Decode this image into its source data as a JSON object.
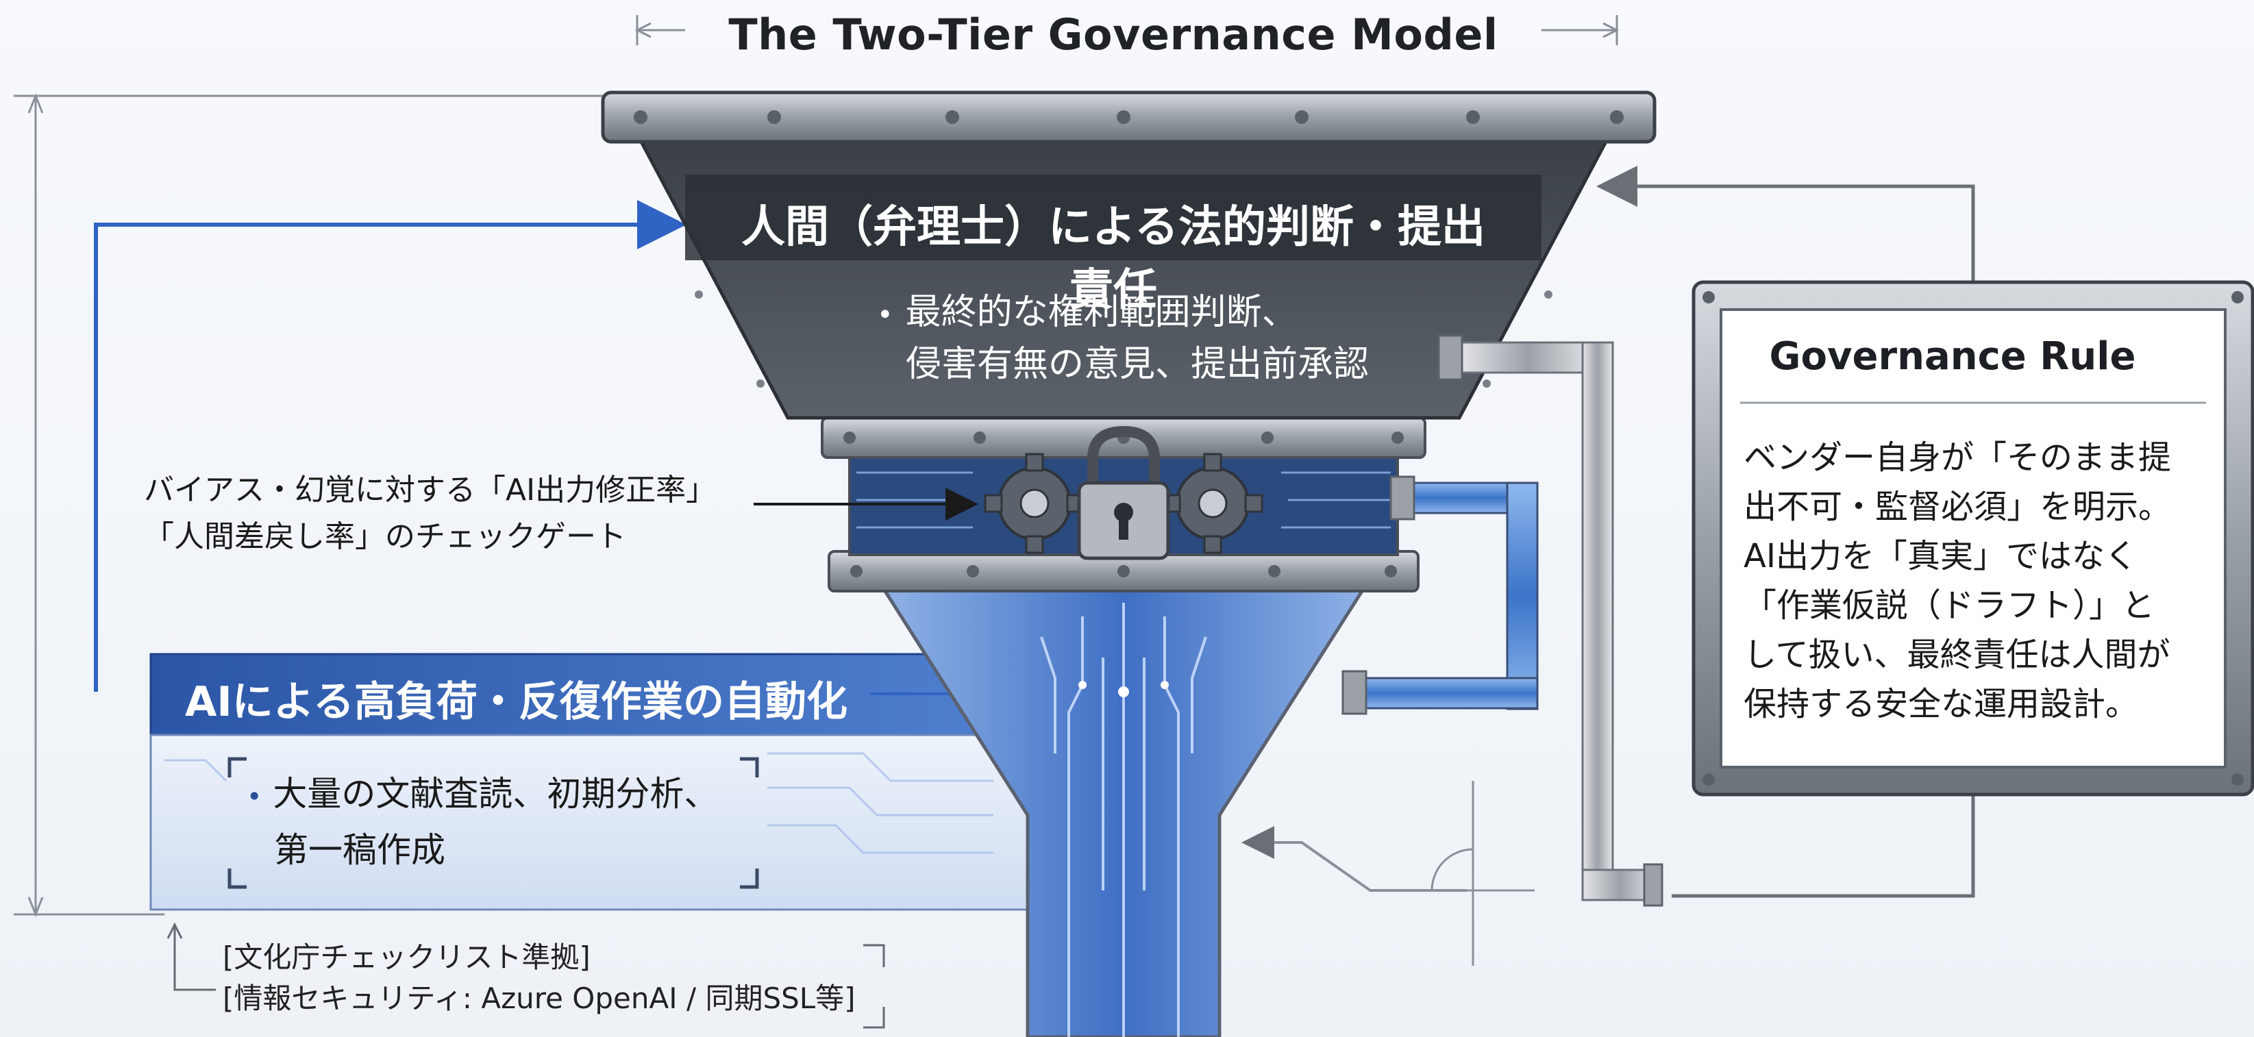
{
  "title": "The Two-Tier Governance Model",
  "top_tier": {
    "title": "人間（弁理士）による法的判断・提出責任",
    "bullet_line1": "最終的な権利範囲判断、",
    "bullet_line2": "侵害有無の意見、提出前承認"
  },
  "check_gate": {
    "line1": "バイアス・幻覚に対する「AI出力修正率」",
    "line2": "「人間差戻し率」のチェックゲート"
  },
  "automation_tier": {
    "band_label": "AIによる高負荷・反復作業の自動化",
    "bullet_line1": "大量の文献査読、初期分析、",
    "bullet_line2": "第一稿作成"
  },
  "compliance": {
    "line1": "[文化庁チェックリスト準拠]",
    "line2": "[情報セキュリティ: Azure OpenAI / 同期SSL等]"
  },
  "governance_rule": {
    "heading": "Governance Rule",
    "lines": [
      "ベンダー自身が「そのまま提",
      "出不可・監督必須」を明示。",
      "AI出力を「真実」ではなく",
      "「作業仮説（ドラフト）」と",
      "して扱い、最終責任は人間が",
      "保持する安全な運用設計。"
    ]
  },
  "colors": {
    "steel_dark": "#4a4f57",
    "steel_light": "#b9bec6",
    "ai_blue": "#3a66b8",
    "arrow_blue": "#2f63c4",
    "pipe_blue": "#4f8ad8"
  },
  "icons": {
    "lock": "padlock-icon",
    "gear": "gear-icon"
  }
}
